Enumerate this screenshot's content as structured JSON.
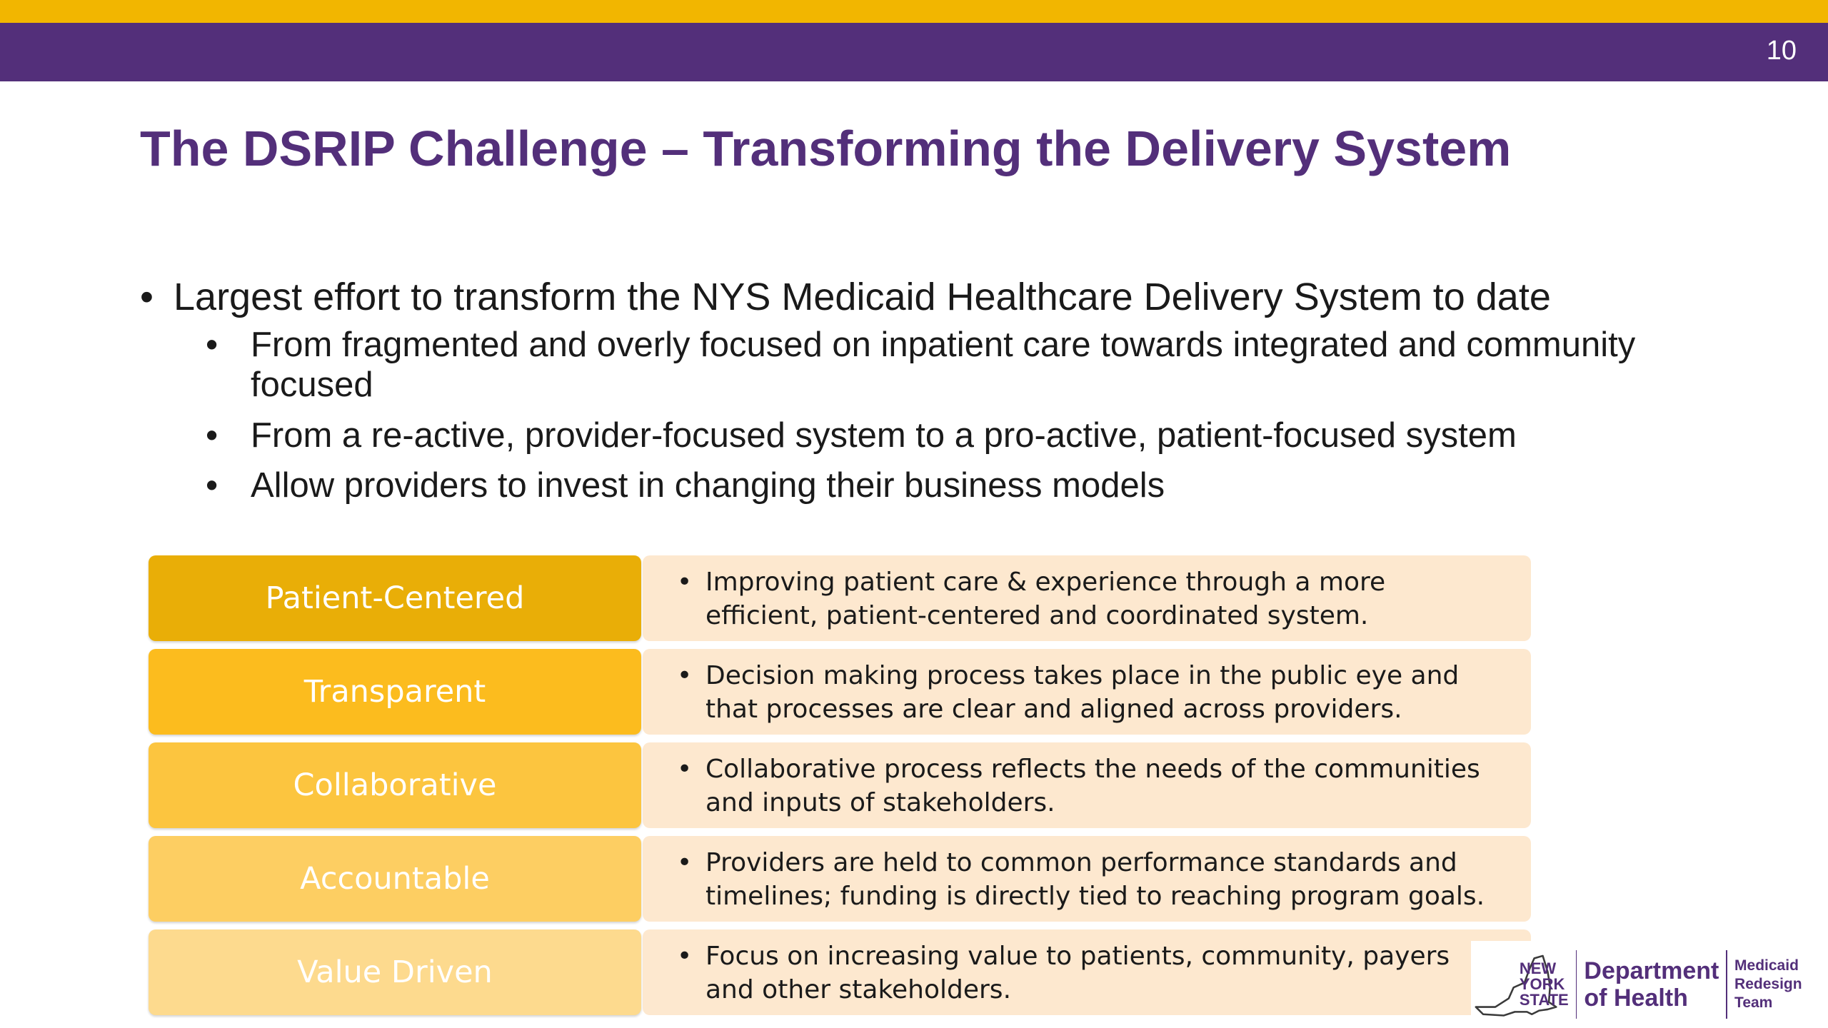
{
  "slide": {
    "page_number": "10",
    "title": "The DSRIP Challenge – Transforming the Delivery System"
  },
  "bullets": {
    "main": "Largest effort to transform the NYS Medicaid Healthcare Delivery System to date",
    "sub": [
      "From fragmented and overly focused on inpatient care towards integrated and community focused",
      "From a re-active, provider-focused system to a pro-active, patient-focused system",
      "Allow providers to invest in changing their business models"
    ],
    "bullet_char": "•"
  },
  "principles": [
    {
      "label": "Patient-Centered",
      "description": "Improving patient care & experience through a more efficient, patient-centered and coordinated system.",
      "color": "#E9AE07"
    },
    {
      "label": "Transparent",
      "description": "Decision making process takes place in the public eye and that processes are clear and aligned across providers.",
      "color": "#FCBC1E"
    },
    {
      "label": "Collaborative",
      "description": "Collaborative process reflects the needs of the communities and inputs of stakeholders.",
      "color": "#FCC53F"
    },
    {
      "label": "Accountable",
      "description": "Providers are held to common performance standards and timelines; funding is directly tied to reaching program goals.",
      "color": "#FDCE62"
    },
    {
      "label": "Value Driven",
      "description": "Focus on increasing value to patients, community, payers and other stakeholders.",
      "color": "#FDDA8E"
    }
  ],
  "logo": {
    "state_line1": "NEW",
    "state_line2": "YORK",
    "state_line3": "STATE",
    "department_line1": "Department",
    "department_line2": "of Health",
    "team_line1": "Medicaid",
    "team_line2": "Redesign Team"
  },
  "colors": {
    "gold": "#F2B600",
    "purple": "#532F7A",
    "desc_bg": "#FDE8CF"
  }
}
